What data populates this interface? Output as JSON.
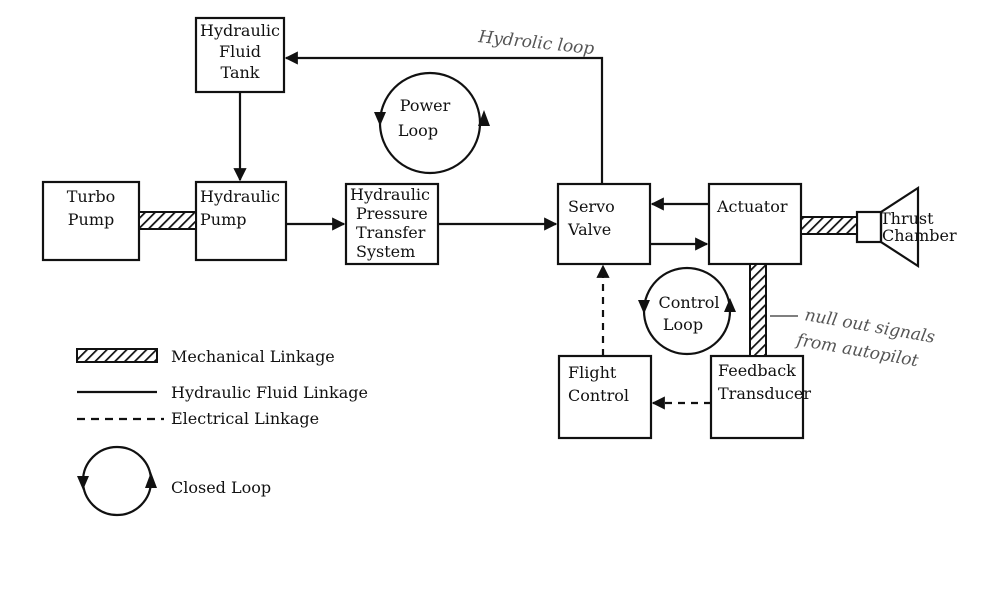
{
  "blocks": {
    "hydraulic_fluid_tank": [
      "Hydraulic",
      "Fluid",
      "Tank"
    ],
    "turbo_pump": [
      "Turbo",
      "Pump"
    ],
    "hydraulic_pump": [
      "Hydraulic",
      "Pump"
    ],
    "pressure_transfer": [
      "Hydraulic",
      "Pressure",
      "Transfer",
      "System"
    ],
    "servo_valve": [
      "Servo",
      "Valve"
    ],
    "actuator": [
      "Actuator"
    ],
    "thrust_chamber": [
      "Thrust",
      "Chamber"
    ],
    "flight_control": [
      "Flight",
      "Control"
    ],
    "feedback_transducer": [
      "Feedback",
      "Transducer"
    ]
  },
  "loops": {
    "power": [
      "Power",
      "Loop"
    ],
    "control": [
      "Control",
      "Loop"
    ]
  },
  "legend": {
    "mechanical": "Mechanical Linkage",
    "hydraulic": "Hydraulic Fluid Linkage",
    "electrical": "Electrical Linkage",
    "closed_loop": "Closed Loop"
  },
  "annotations": {
    "hydraulic_loop": "Hydrolic loop",
    "null_out_1": "null out signals",
    "null_out_2": "from autopilot"
  }
}
